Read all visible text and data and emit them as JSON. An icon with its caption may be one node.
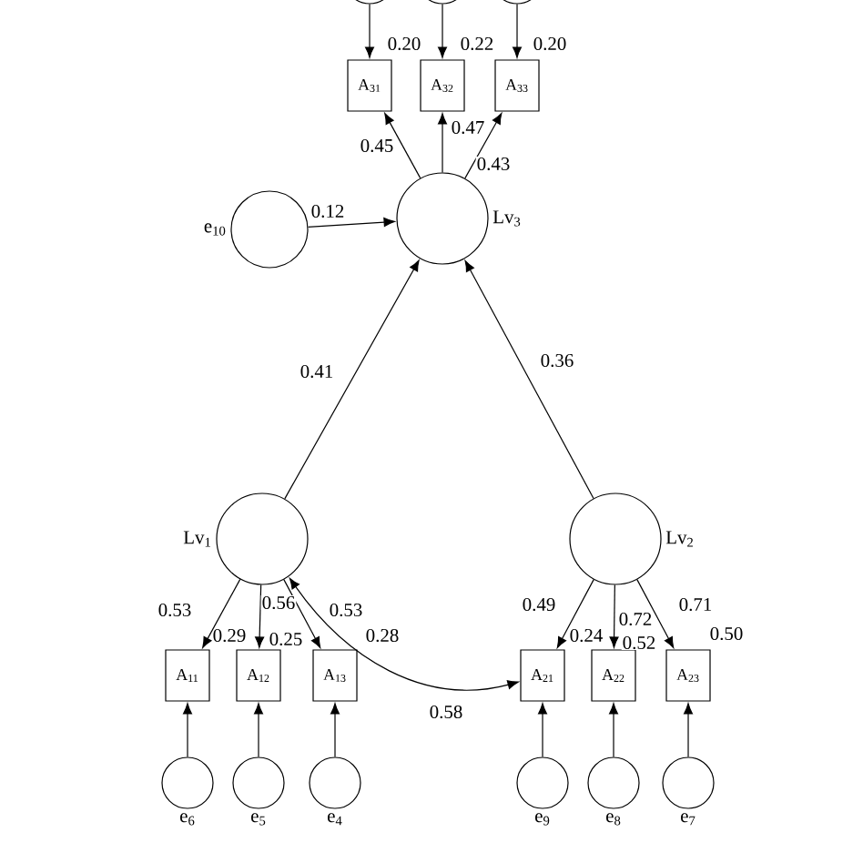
{
  "diagram": {
    "nodes": [
      {
        "text": [],
        "shape": "circle"
      },
      {
        "text": [],
        "shape": "circle"
      },
      {
        "text": [],
        "shape": "circle"
      },
      {
        "text": [
          "A$_{31}$"
        ]
      },
      {
        "text": [
          "A$_{32}$"
        ]
      },
      {
        "text": [
          "A$_{33}$"
        ]
      },
      {
        "text": [
          "e$_{10}$"
        ]
      },
      {
        "text": [
          "Lv$_{3}$"
        ]
      },
      {
        "text": [
          "Lv$_{1}$"
        ]
      },
      {
        "text": [
          "Lv$_{2}$"
        ]
      },
      {
        "text": [
          "A$_{11}$"
        ],
        "beside": [
          "0.29"
        ]
      },
      {
        "text": [
          "A$_{12}$"
        ],
        "beside": [
          "0.25"
        ]
      },
      {
        "text": [
          "A$_{13}$"
        ],
        "beside": [
          "0.28"
        ]
      },
      {
        "text": [
          "A$_{21}$"
        ],
        "beside": [
          "0.24"
        ]
      },
      {
        "text": [
          "A$_{22}$"
        ],
        "beside": [
          "0.52"
        ]
      },
      {
        "text": [
          "A$_{23}$"
        ],
        "beside": [
          "0.50"
        ]
      },
      {
        "text": [
          "e$_{6}$"
        ]
      },
      {
        "text": [
          "e$_{5}$"
        ]
      },
      {
        "text": [
          "e$_{4}$"
        ]
      },
      {
        "text": [
          "e$_{9}$"
        ]
      },
      {
        "text": [
          "e$_{8}$"
        ]
      },
      {
        "text": [
          "e$_{7}$"
        ]
      }
    ],
    "edges": [
      {
        "from": 0,
        "to": 3,
        "arrow": "to",
        "label": "0.20"
      },
      {
        "from": 1,
        "to": 4,
        "arrow": "to",
        "label": "0.22"
      },
      {
        "from": 2,
        "to": 5,
        "arrow": "to",
        "label": "0.20"
      },
      {
        "from": 7,
        "to": 3,
        "arrow": "to",
        "label": "0.45"
      },
      {
        "from": 7,
        "to": 4,
        "arrow": "to",
        "label": "0.47"
      },
      {
        "from": 7,
        "to": 5,
        "arrow": "to",
        "label": "0.43"
      },
      {
        "from": 6,
        "to": 7,
        "arrow": "to",
        "label": "0.12"
      },
      {
        "from": 8,
        "to": 7,
        "arrow": "to",
        "label": "0.41"
      },
      {
        "from": 9,
        "to": 7,
        "arrow": "to",
        "label": "0.36"
      },
      {
        "from": 8,
        "to": 10,
        "arrow": "to",
        "label": "0.53"
      },
      {
        "from": 8,
        "to": 11,
        "arrow": "to",
        "label": "0.56"
      },
      {
        "from": 8,
        "to": 12,
        "arrow": "to",
        "label": "0.53"
      },
      {
        "from": 9,
        "to": 13,
        "arrow": "to",
        "label": "0.49"
      },
      {
        "from": 9,
        "to": 14,
        "arrow": "to",
        "label": "0.72"
      },
      {
        "from": 9,
        "to": 15,
        "arrow": "to",
        "label": "0.71"
      },
      {
        "from": 8,
        "to": 13,
        "arrow": "both",
        "label": "0.58"
      },
      {
        "from": 16,
        "to": 10,
        "arrow": "to"
      },
      {
        "from": 17,
        "to": 11,
        "arrow": "to"
      },
      {
        "from": 18,
        "to": 12,
        "arrow": "to"
      },
      {
        "from": 19,
        "to": 13,
        "arrow": "to"
      },
      {
        "from": 20,
        "to": 14,
        "arrow": "to"
      },
      {
        "from": 21,
        "to": 15,
        "arrow": "to"
      }
    ]
  }
}
